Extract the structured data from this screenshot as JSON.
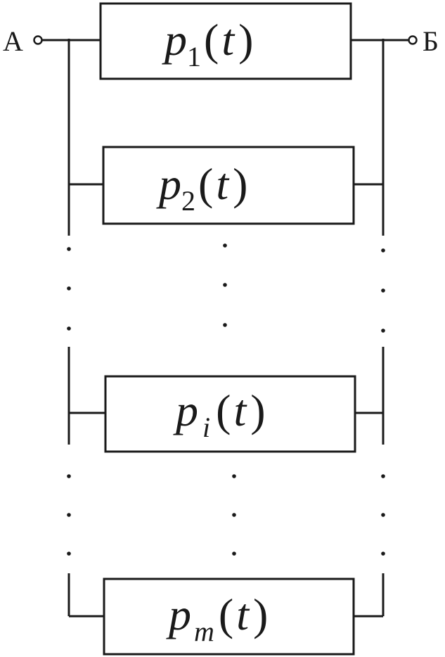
{
  "terminals": {
    "left": "А",
    "right": "Б"
  },
  "blocks": [
    {
      "symbol": "p",
      "subscript": "1",
      "sub_italic": false,
      "open": "(",
      "arg": "t",
      "close": ")"
    },
    {
      "symbol": "p",
      "subscript": "2",
      "sub_italic": false,
      "open": "(",
      "arg": "t",
      "close": ")"
    },
    {
      "symbol": "p",
      "subscript": "i",
      "sub_italic": true,
      "open": "(",
      "arg": "t",
      "close": ")"
    },
    {
      "symbol": "p",
      "subscript": "m",
      "sub_italic": true,
      "open": "(",
      "arg": "t",
      "close": ")"
    }
  ]
}
